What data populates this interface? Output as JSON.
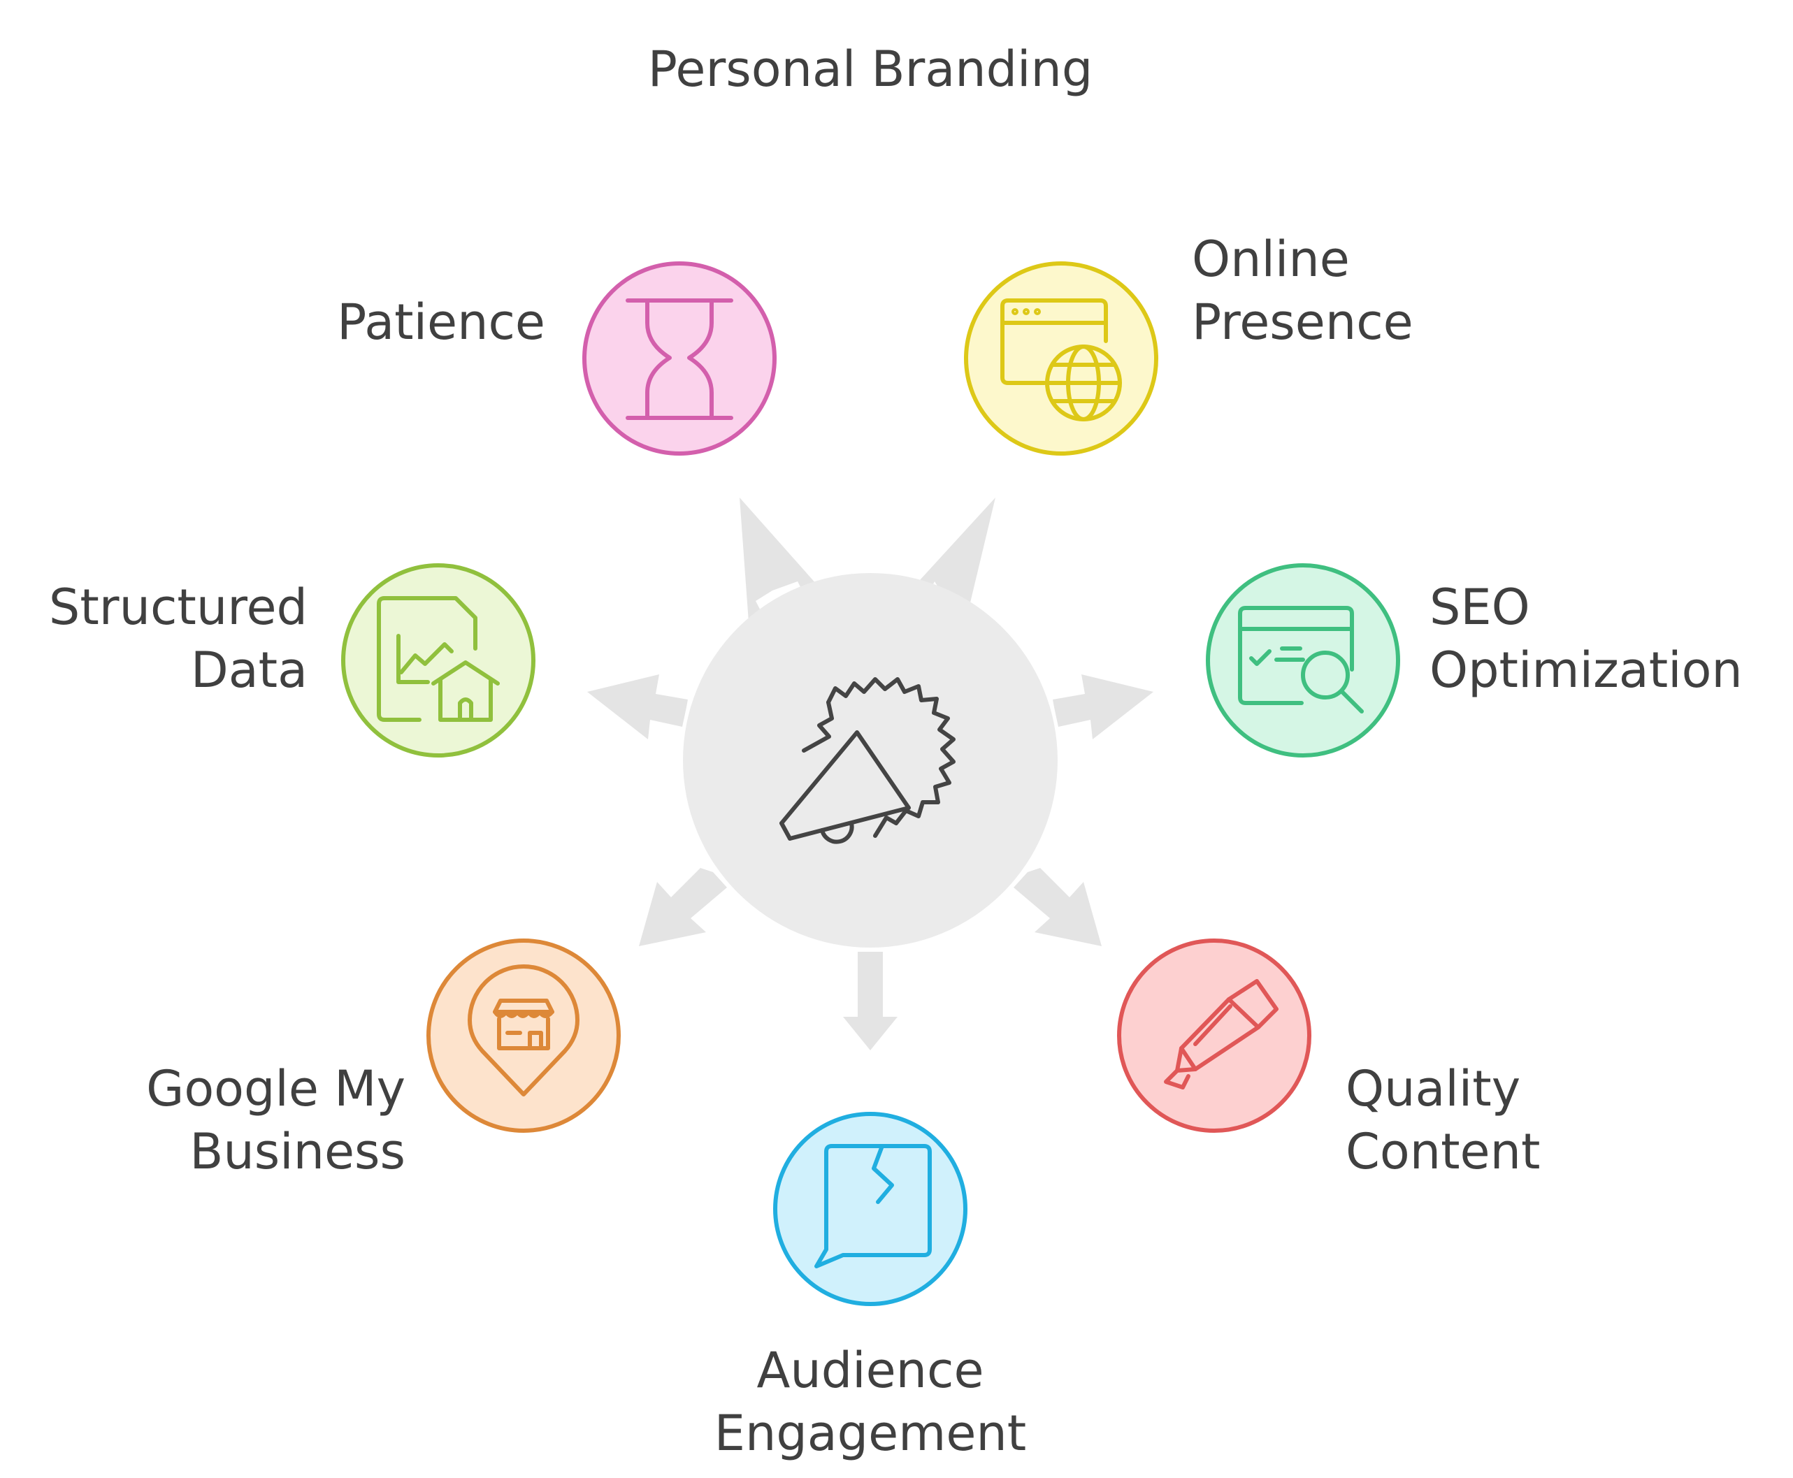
{
  "title": "Personal Branding",
  "center": {
    "icon": "megaphone-icon",
    "color": "#444444"
  },
  "nodes": [
    {
      "id": "patience",
      "lines": [
        "Patience"
      ],
      "icon": "hourglass-icon",
      "stroke": "#d35fac",
      "fill": "#fbd3ec"
    },
    {
      "id": "online-presence",
      "lines": [
        "Online",
        "Presence"
      ],
      "icon": "browser-globe-icon",
      "stroke": "#ddc817",
      "fill": "#fdf8cc"
    },
    {
      "id": "seo-optimization",
      "lines": [
        "SEO",
        "Optimization"
      ],
      "icon": "browser-search-icon",
      "stroke": "#3fbf80",
      "fill": "#d5f6e5"
    },
    {
      "id": "quality-content",
      "lines": [
        "Quality",
        "Content"
      ],
      "icon": "highlighter-icon",
      "stroke": "#e05757",
      "fill": "#fdd0d0"
    },
    {
      "id": "audience-engagement",
      "lines": [
        "Audience",
        "Engagement"
      ],
      "icon": "chat-bubble-icon",
      "stroke": "#20aee0",
      "fill": "#d0f1fc"
    },
    {
      "id": "google-my-business",
      "lines": [
        "Google My",
        "Business"
      ],
      "icon": "store-pin-icon",
      "stroke": "#dd8838",
      "fill": "#fde3cc"
    },
    {
      "id": "structured-data",
      "lines": [
        "Structured",
        "Data"
      ],
      "icon": "chart-house-icon",
      "stroke": "#90c03d",
      "fill": "#ecf7d6"
    }
  ]
}
